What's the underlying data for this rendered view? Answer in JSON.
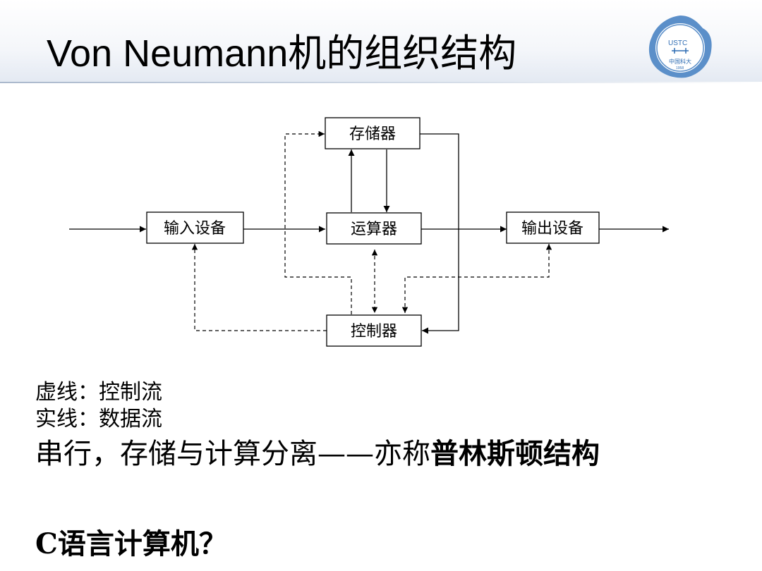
{
  "slide": {
    "title": "Von Neumann机的组织结构"
  },
  "logo": {
    "text": "USTC",
    "subtext": "中国科大",
    "year": "1958"
  },
  "diagram": {
    "boxes": {
      "memory": "存储器",
      "input": "输入设备",
      "alu": "运算器",
      "output": "输出设备",
      "controller": "控制器"
    }
  },
  "legend": {
    "dashed": "虚线：控制流",
    "solid": "实线：数据流"
  },
  "note": {
    "prefix": "串行，存储与计算分离——亦称",
    "emphasis": "普林斯顿结构"
  },
  "question": "C语言计算机？"
}
